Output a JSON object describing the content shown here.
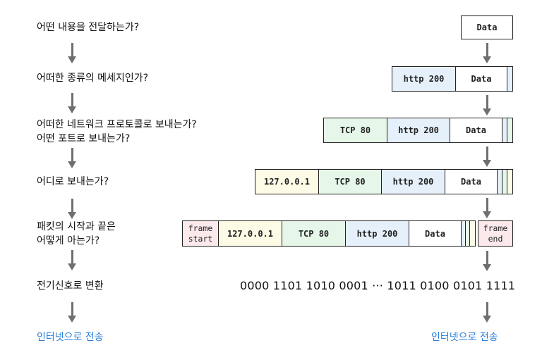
{
  "steps": [
    {
      "question": "어떤 내용을 전달하는가?"
    },
    {
      "question": "어떠한 종류의 메세지인가?"
    },
    {
      "question": "어떠한 네트워크 프로토콜로 보내는가?",
      "question_line2": "어떤 포트로 보내는가?"
    },
    {
      "question": "어디로 보내는가?"
    },
    {
      "question": "패킷의 시작과 끝은",
      "question_line2": "어떻게 아는가?"
    },
    {
      "question": "전기신호로 변환"
    }
  ],
  "final_label": "인터넷으로 전송",
  "final_label_right": "인터넷으로 전송",
  "packets": {
    "data": "Data",
    "http": "http 200",
    "tcp": "TCP 80",
    "ip": "127.0.0.1",
    "frame_start": "frame start",
    "frame_end": "frame end"
  },
  "binary": "0000 1101 1010 0001 ··· 1011 0100 0101 1111",
  "colors": {
    "http": "#e6f0fb",
    "tcp": "#e6f7ea",
    "ip": "#fdfbe6",
    "frame": "#fbe9ec",
    "arrow": "#6f6f6f",
    "accent": "#2a7fd8"
  }
}
